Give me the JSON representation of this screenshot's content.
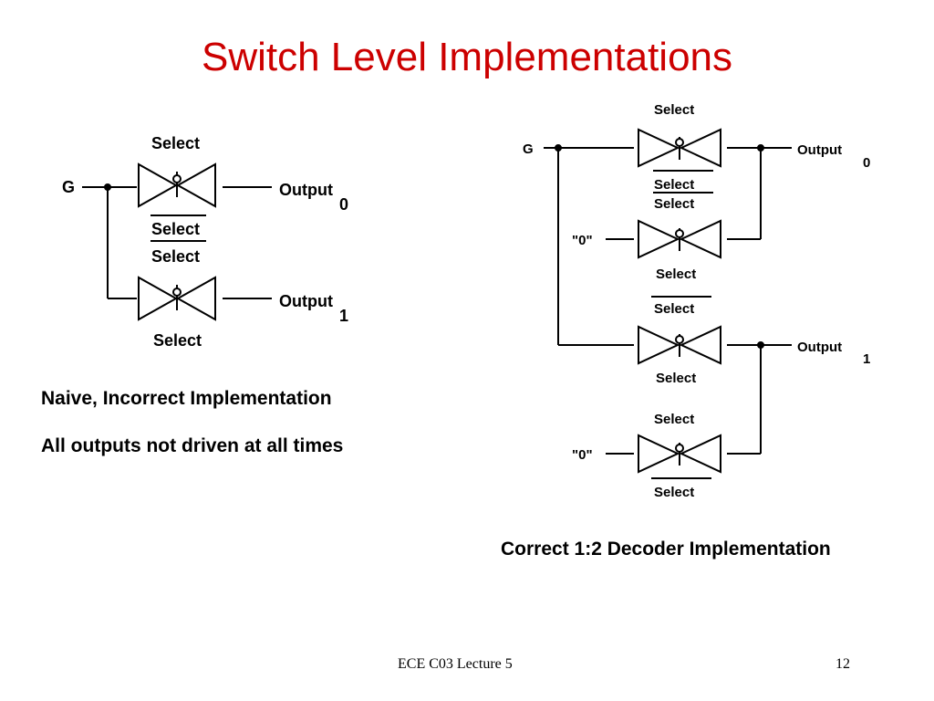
{
  "slide": {
    "title": "Switch Level Implementations",
    "title_color": "#cc0000",
    "footer_left": "ECE C03 Lecture 5",
    "page_number": "12"
  },
  "naive": {
    "input_label": "G",
    "select_label": "Select",
    "select_bar_label": "Select",
    "output_label": "Output",
    "output0_sub": "0",
    "output1_sub": "1",
    "caption1": "Naive, Incorrect Implementation",
    "caption2": "All outputs not driven at all times"
  },
  "correct": {
    "input_label": "G",
    "zero_label": "\"0\"",
    "select_label": "Select",
    "select_bar_label": "Select",
    "output_label": "Output",
    "output0_sub": "0",
    "output1_sub": "1",
    "caption": "Correct 1:2 Decoder Implementation"
  }
}
